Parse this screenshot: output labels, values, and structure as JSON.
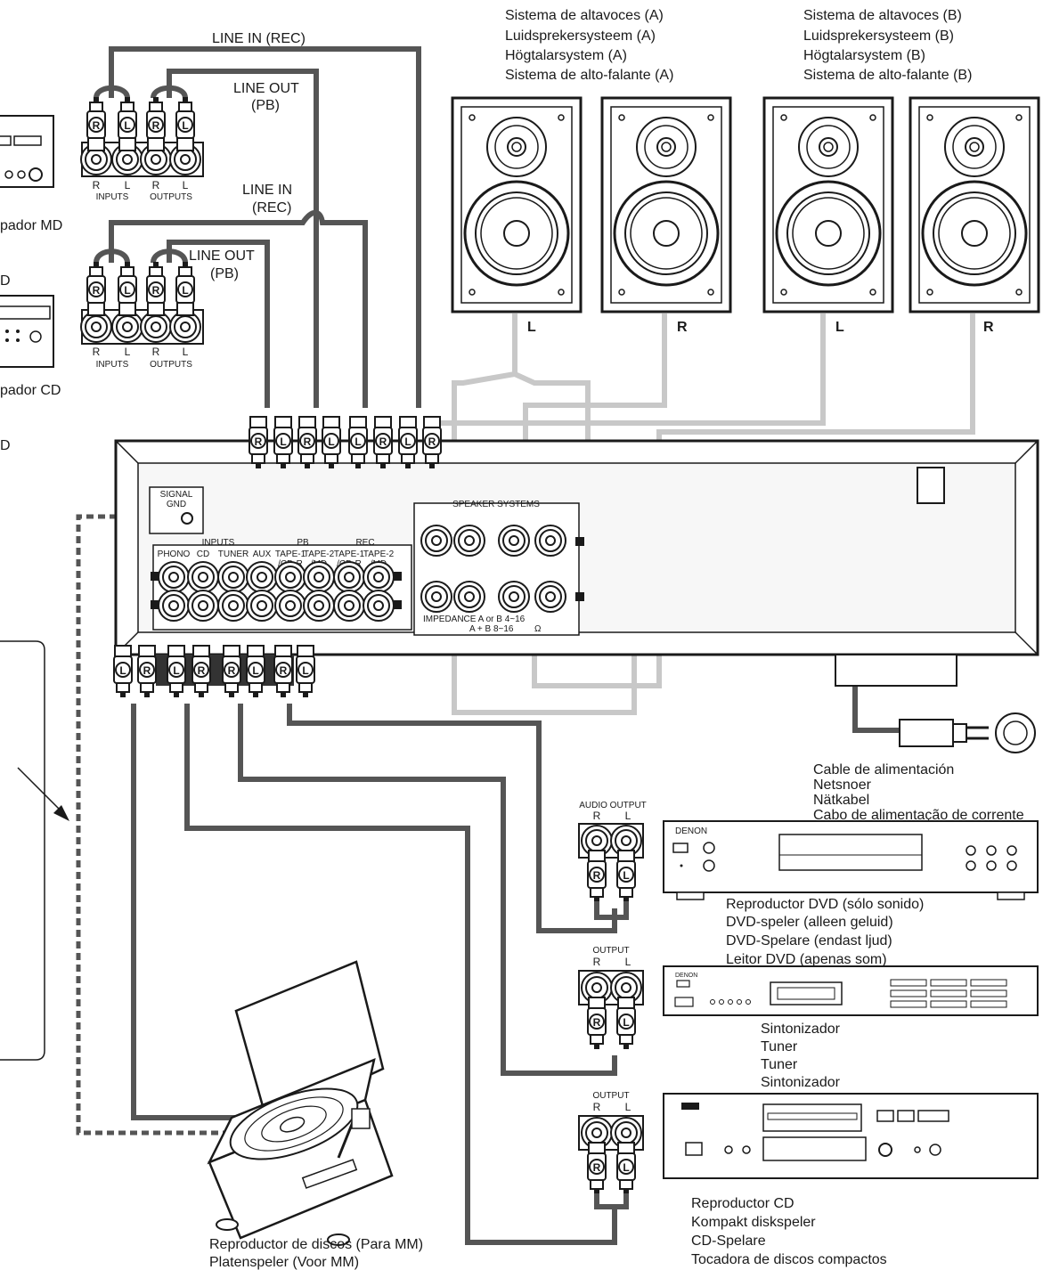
{
  "md": {
    "line_in": "LINE IN (REC)",
    "line_out_1": "LINE OUT",
    "line_out_2": "(PB)",
    "inputs": "INPUTS",
    "outputs": "OUTPUTS",
    "caption": "pador MD"
  },
  "cd_rec": {
    "line_in_1": "LINE IN",
    "line_in_2": "(REC)",
    "line_out_1": "LINE OUT",
    "line_out_2": "(PB)",
    "inputs": "INPUTS",
    "outputs": "OUTPUTS",
    "caption_top": "D",
    "caption": "pador CD",
    "caption_d": "D"
  },
  "jack": {
    "r": "R",
    "l": "L"
  },
  "speakers_a": [
    "Sistema de altavoces (A)",
    "Luidsprekersysteem (A)",
    "Högtalarsystem (A)",
    "Sistema de alto-falante (A)"
  ],
  "speakers_b": [
    "Sistema de altavoces (B)",
    "Luidsprekersysteem (B)",
    "Högtalarsystem (B)",
    "Sistema de alto-falante (B)"
  ],
  "amp": {
    "signal_gnd_1": "SIGNAL",
    "signal_gnd_2": "GND",
    "inputs": "INPUTS",
    "phono": "PHONO",
    "cd": "CD",
    "tuner": "TUNER",
    "aux": "AUX",
    "pb": "PB",
    "rec": "REC",
    "tape1": "TAPE-1",
    "cdr": "/CD-R",
    "tape2": "TAPE-2",
    "md": "/MD",
    "speaker_systems": "SPEAKER SYSTEMS",
    "impedance_1": "IMPEDANCE A or B  4~16",
    "impedance_2": "A + B  8~16",
    "ohm": "Ω"
  },
  "power_cord": [
    "Cable de alimentación",
    "Netsnoer",
    "Nätkabel",
    "Cabo de alimentação de corrente"
  ],
  "dvd": {
    "audio_output": "AUDIO OUTPUT",
    "brand": "DENON",
    "caption": [
      "Reproductor DVD (sólo sonido)",
      "DVD-speler (alleen geluid)",
      "DVD-Spelare (endast ljud)",
      "Leitor DVD (apenas som)"
    ]
  },
  "tuner": {
    "output": "OUTPUT",
    "brand": "DENON",
    "caption": [
      "Sintonizador",
      "Tuner",
      "Tuner",
      "Sintonizador"
    ]
  },
  "cd": {
    "output": "OUTPUT",
    "caption": [
      "Reproductor CD",
      "Kompakt diskspeler",
      "CD-Spelare",
      "Tocadora de discos compactos"
    ]
  },
  "turntable": {
    "caption": [
      "Reproductor de discos (Para MM)",
      "Platenspeler (Voor MM)"
    ]
  },
  "colors": {
    "cable_dark": "#555555",
    "cable_speaker": "#c8c8c8",
    "ink": "#1a1a1a",
    "panel": "#f7f7f7"
  }
}
